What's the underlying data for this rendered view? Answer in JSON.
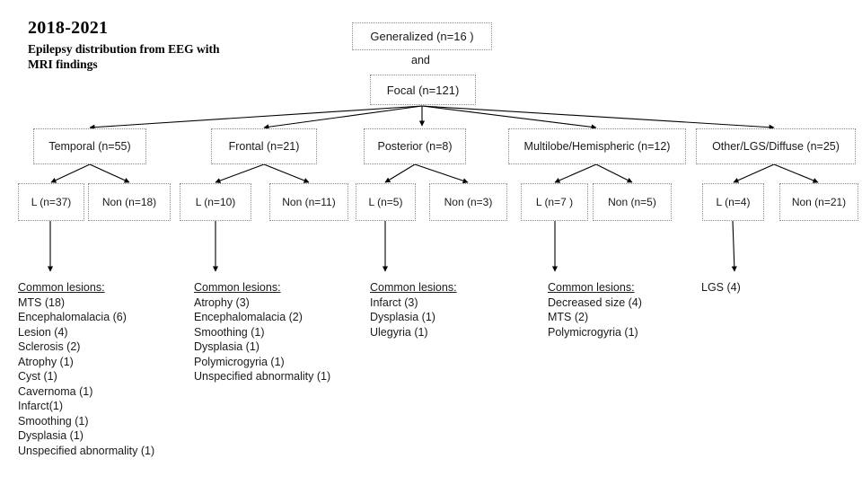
{
  "title": {
    "years": "2018-2021",
    "subtitle": "Epilepsy distribution from EEG with MRI findings"
  },
  "connector_label": "and",
  "nodes": {
    "generalized": "Generalized (n=16 )",
    "focal": "Focal (n=121)",
    "temporal": "Temporal (n=55)",
    "frontal": "Frontal (n=21)",
    "posterior": "Posterior (n=8)",
    "multilobe": "Multilobe/Hemispheric (n=12)",
    "other": "Other/LGS/Diffuse (n=25)",
    "temporal_l": "L (n=37)",
    "temporal_non": "Non (n=18)",
    "frontal_l": "L (n=10)",
    "frontal_non": "Non (n=11)",
    "posterior_l": "L (n=5)",
    "posterior_non": "Non (n=3)",
    "multilobe_l": "L (n=7 )",
    "multilobe_non": "Non (n=5)",
    "other_l": "L (n=4)",
    "other_non": "Non (n=21)"
  },
  "lesion_lists": {
    "temporal": {
      "heading": "Common lesions:",
      "items": [
        "MTS (18)",
        "Encephalomalacia (6)",
        "Lesion (4)",
        "Sclerosis (2)",
        "Atrophy (1)",
        "Cyst (1)",
        "Cavernoma (1)",
        "Infarct(1)",
        "Smoothing (1)",
        "Dysplasia (1)",
        "Unspecified abnormality (1)"
      ]
    },
    "frontal": {
      "heading": "Common lesions:",
      "items": [
        "Atrophy (3)",
        "Encephalomalacia (2)",
        "Smoothing (1)",
        "Dysplasia (1)",
        "Polymicrogyria (1)",
        "Unspecified abnormality (1)"
      ]
    },
    "posterior": {
      "heading": "Common lesions:",
      "items": [
        "Infarct (3)",
        "Dysplasia (1)",
        "Ulegyria (1)"
      ]
    },
    "multilobe": {
      "heading": "Common lesions:",
      "items": [
        "Decreased size (4)",
        "MTS (2)",
        "Polymicrogyria (1)"
      ]
    },
    "other": {
      "heading": "LGS (4)",
      "items": []
    }
  },
  "colors": {
    "box_border": "#8a8a8a",
    "edge": "#000000",
    "text": "#1a1a1a",
    "background": "#ffffff"
  }
}
